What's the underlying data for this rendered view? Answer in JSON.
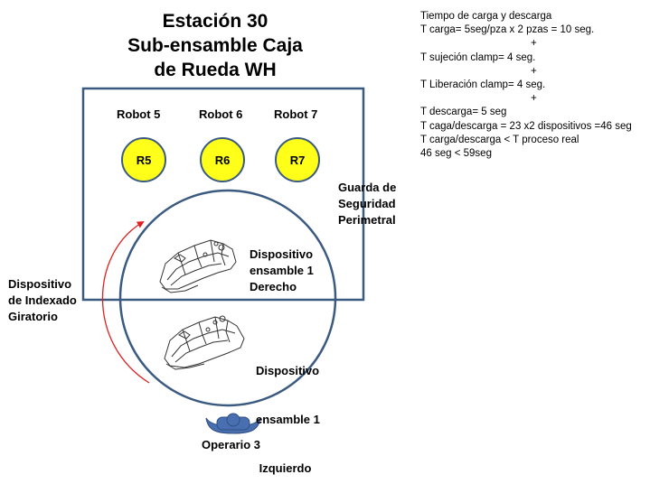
{
  "title": {
    "line1": "Estación 30",
    "line2": "Sub-ensamble  Caja",
    "line3": "de Rueda WH"
  },
  "notes": [
    {
      "text": "Tiempo de carga y descarga",
      "plus": false
    },
    {
      "text": "T carga= 5seg/pza x 2 pzas = 10 seg.",
      "plus": false
    },
    {
      "text": "+",
      "plus": true
    },
    {
      "text": "T sujeción clamp= 4 seg.",
      "plus": false
    },
    {
      "text": "+",
      "plus": true
    },
    {
      "text": "T Liberación  clamp= 4 seg.",
      "plus": false
    },
    {
      "text": "+",
      "plus": true
    },
    {
      "text": "T descarga= 5 seg",
      "plus": false
    },
    {
      "text": "T caga/descarga = 23 x2 dispositivos =46 seg",
      "plus": false
    },
    {
      "text": "T carga/descarga < T proceso real",
      "plus": false
    },
    {
      "text": "46 seg <  59seg",
      "plus": false
    }
  ],
  "robots": [
    {
      "label": "Robot 5",
      "code": "R5"
    },
    {
      "label": "Robot 6",
      "code": "R6"
    },
    {
      "label": "Robot 7",
      "code": "R7"
    }
  ],
  "guard": {
    "line1": "Guarda de",
    "line2": "Seguridad",
    "line3": "Perimetral"
  },
  "indexer": {
    "line1": "Dispositivo",
    "line2": "de Indexado",
    "line3": "Giratorio"
  },
  "fixture_right": {
    "line1": "Dispositivo",
    "line2": "ensamble 1",
    "line3": "Derecho"
  },
  "fixture_left": {
    "line1": "Dispositivo",
    "line2": "ensamble 1",
    "line3": " Izquierdo"
  },
  "operator": {
    "label": "Operario 3"
  },
  "colors": {
    "frame": "#3b5a80",
    "robot_fill": "#ffff1a",
    "rotation_arrow": "#e02020",
    "operator": "#4a6fb0"
  }
}
